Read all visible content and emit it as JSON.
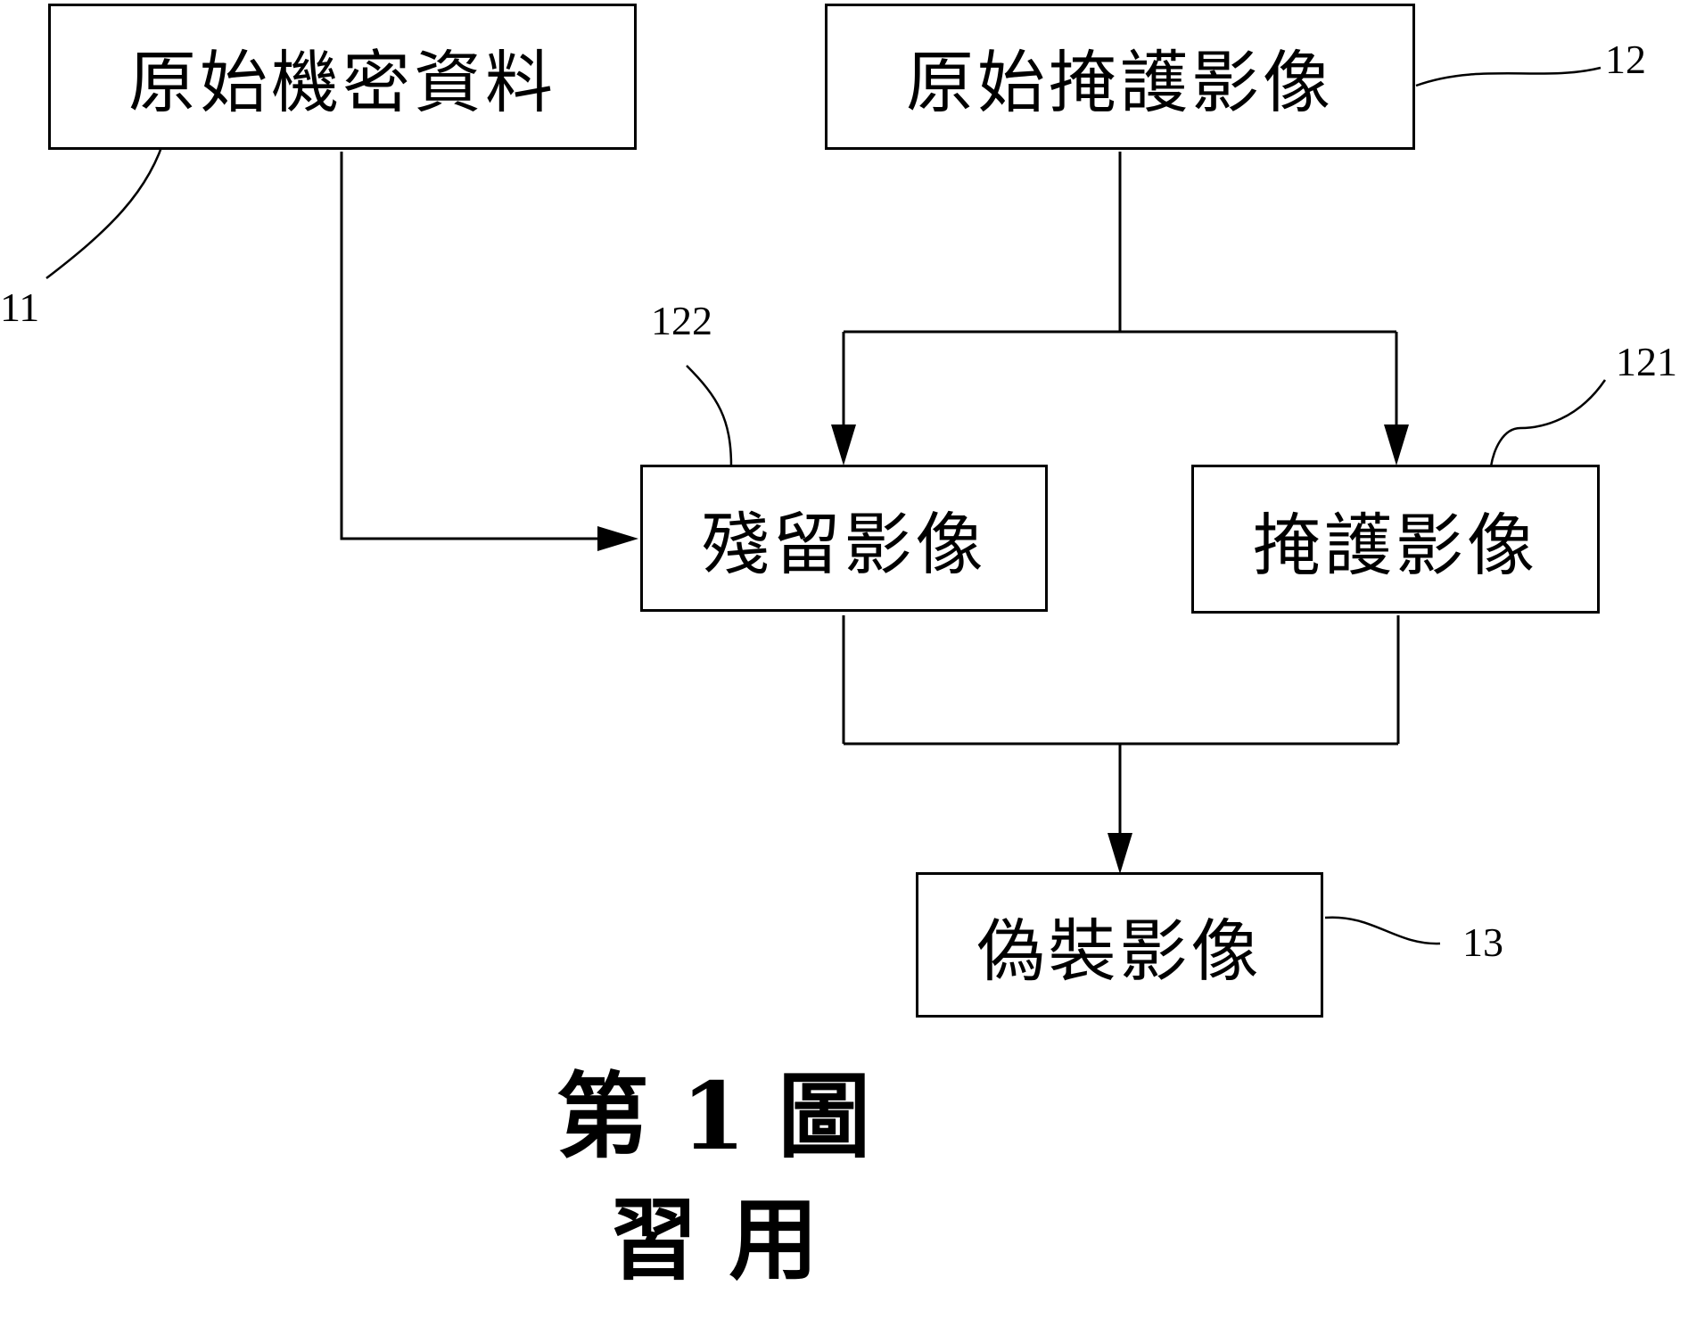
{
  "boxes": {
    "original_secret": "原始機密資料",
    "original_cover": "原始掩護影像",
    "residual": "殘留影像",
    "cover": "掩護影像",
    "disguised": "偽裝影像"
  },
  "refs": {
    "original_secret": "11",
    "original_cover": "12",
    "residual": "122",
    "cover": "121",
    "disguised": "13"
  },
  "caption": {
    "figure": "第 1 圖",
    "subtitle": "習 用"
  }
}
